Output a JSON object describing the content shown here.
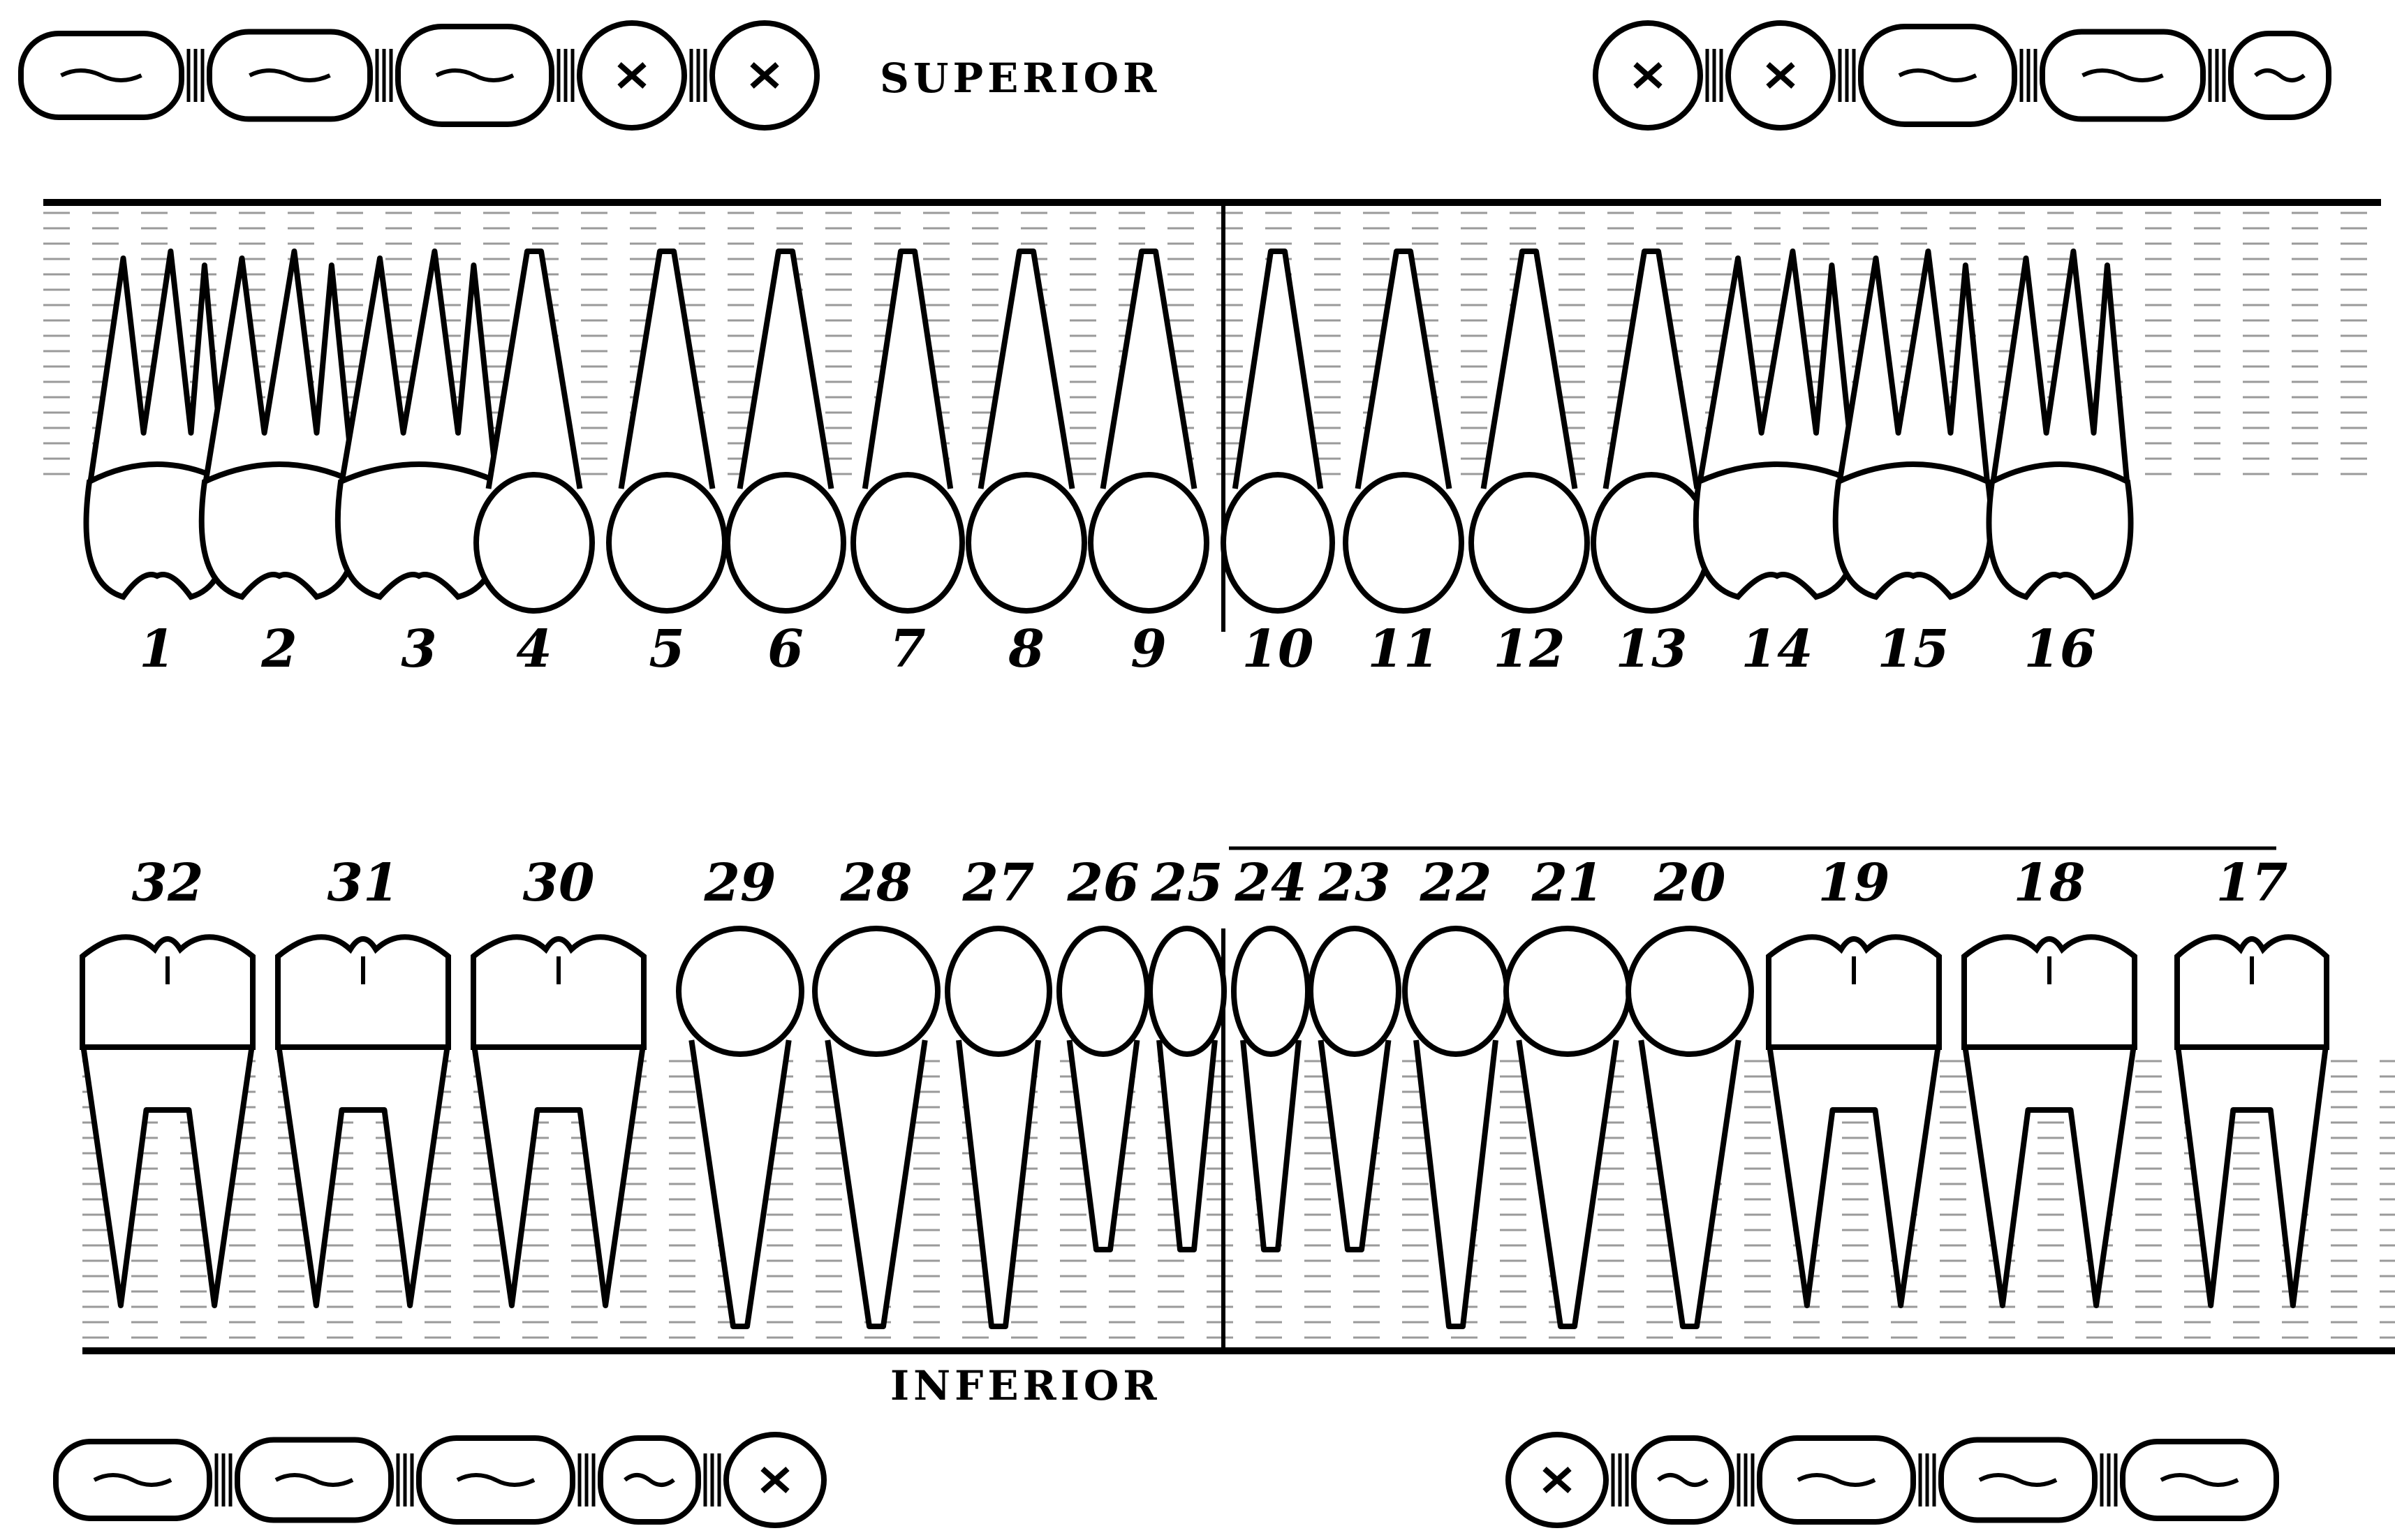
{
  "labels": {
    "superior": "SUPERIOR",
    "inferior": "INFERIOR"
  },
  "upper_tooth_numbers": [
    "1",
    "2",
    "3",
    "4",
    "5",
    "6",
    "7",
    "8",
    "9",
    "10",
    "11",
    "12",
    "13",
    "14",
    "15",
    "16"
  ],
  "lower_tooth_numbers": [
    "32",
    "31",
    "30",
    "29",
    "28",
    "27",
    "26",
    "25",
    "24",
    "23",
    "22",
    "21",
    "20",
    "19",
    "18",
    "17"
  ],
  "colors": {
    "ink": "#000000",
    "paper": "#ffffff",
    "hatch": "#9a9a9a"
  }
}
